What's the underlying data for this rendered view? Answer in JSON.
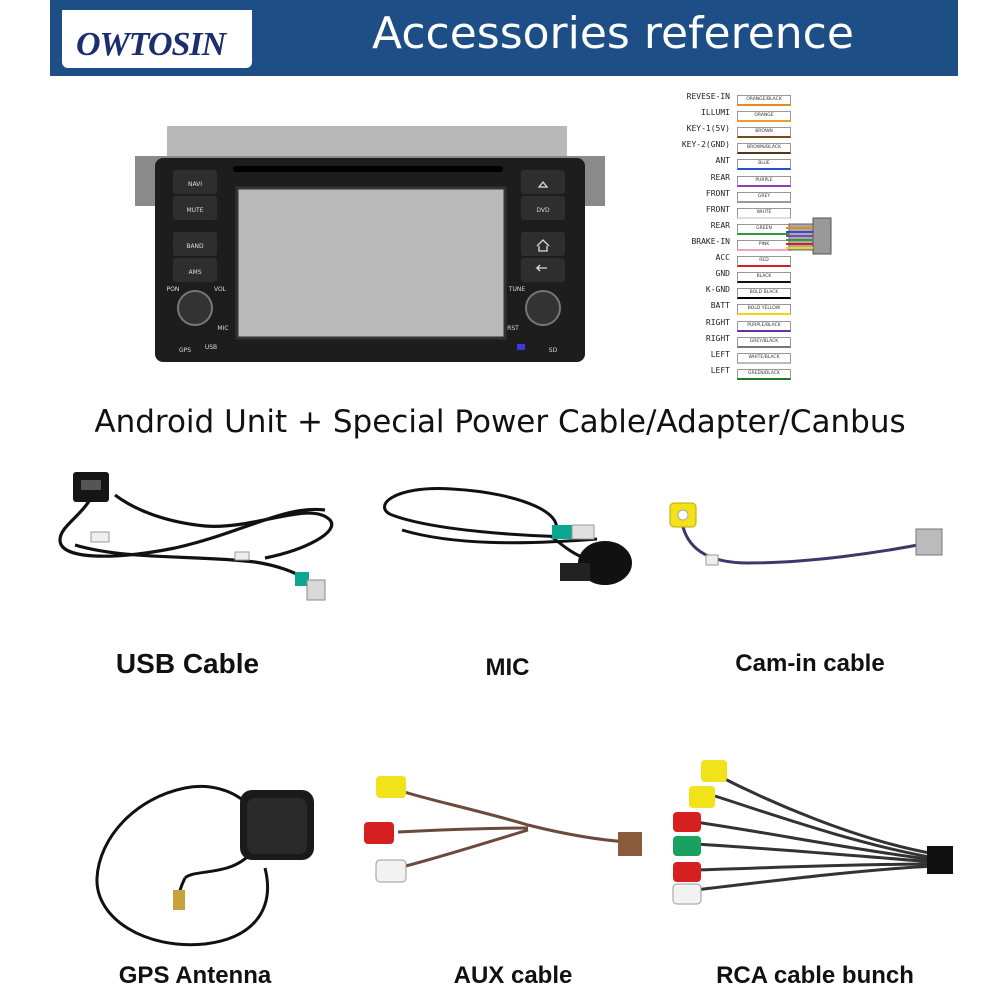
{
  "header": {
    "logo_text": "OWTOSIN",
    "title": "Accessories reference"
  },
  "head_unit": {
    "buttons": [
      "NAVI",
      "MUTE",
      "BAND",
      "AMS",
      "DVD"
    ],
    "knob_labels": [
      "PON",
      "VOL",
      "TUNE"
    ],
    "small_labels": [
      "MIC",
      "RST",
      "GPS",
      "USB",
      "SD"
    ]
  },
  "harness": {
    "wires": [
      {
        "name": "REVESE-IN",
        "tag": "ORANGE/BLACK",
        "color": "#e88a1a"
      },
      {
        "name": "ILLUMI",
        "tag": "ORANGE",
        "color": "#f29a2e"
      },
      {
        "name": "KEY-1(5V)",
        "tag": "BROWN",
        "color": "#7a4a1e"
      },
      {
        "name": "KEY-2(GND)",
        "tag": "BROWN/BLACK",
        "color": "#5a3414"
      },
      {
        "name": "ANT",
        "tag": "BLUE",
        "color": "#2a4fd0"
      },
      {
        "name": "REAR",
        "tag": "PURPLE",
        "color": "#8a3fc0"
      },
      {
        "name": "FRONT",
        "tag": "GREY",
        "color": "#9a9a9a"
      },
      {
        "name": "FRONT",
        "tag": "WHITE",
        "color": "#dddddd"
      },
      {
        "name": "REAR",
        "tag": "GREEN",
        "color": "#2a9a3a"
      },
      {
        "name": "BRAKE-IN",
        "tag": "PINK",
        "color": "#f0a0c0"
      },
      {
        "name": "ACC",
        "tag": "RED",
        "color": "#d62020"
      },
      {
        "name": "GND",
        "tag": "BLACK",
        "color": "#111111"
      },
      {
        "name": "K-GND",
        "tag": "BOLD BLACK",
        "color": "#000000"
      },
      {
        "name": "BATT",
        "tag": "BOLD YELLOW",
        "color": "#f2d21a"
      },
      {
        "name": "RIGHT",
        "tag": "PURPLE/BLACK",
        "color": "#6a2fa0"
      },
      {
        "name": "RIGHT",
        "tag": "GREY/BLACK",
        "color": "#777777"
      },
      {
        "name": "LEFT",
        "tag": "WHITE/BLACK",
        "color": "#bbbbbb"
      },
      {
        "name": "LEFT",
        "tag": "GREEN/BLACK",
        "color": "#1f7a2a"
      }
    ]
  },
  "subtitle": "Android Unit + Special Power Cable/Adapter/Canbus",
  "accessories": {
    "usb": "USB Cable",
    "mic": "MIC",
    "cam": "Cam-in cable",
    "gps": "GPS Antenna",
    "aux": "AUX cable",
    "rca": "RCA cable bunch"
  }
}
